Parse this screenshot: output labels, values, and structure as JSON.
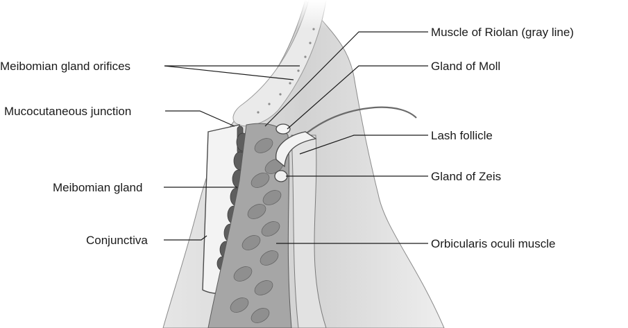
{
  "labels_left": {
    "orifices": "Meibomian gland orifices",
    "mucocutaneous": "Mucocutaneous junction",
    "meibomian_gland": "Meibomian gland",
    "conjunctiva": "Conjunctiva"
  },
  "labels_right": {
    "riolan": "Muscle of Riolan (gray line)",
    "moll": "Gland of Moll",
    "lash": "Lash follicle",
    "zeis": "Gland of Zeis",
    "orbicularis": "Orbicularis oculi muscle"
  },
  "colors": {
    "skin": "#d9d9d9",
    "skin_dark": "#bdbdbd",
    "tarsus": "#ececec",
    "gland_lobule": "#5e5e5e",
    "muscle": "#9a9a9a",
    "outline": "#4a4a4a"
  }
}
